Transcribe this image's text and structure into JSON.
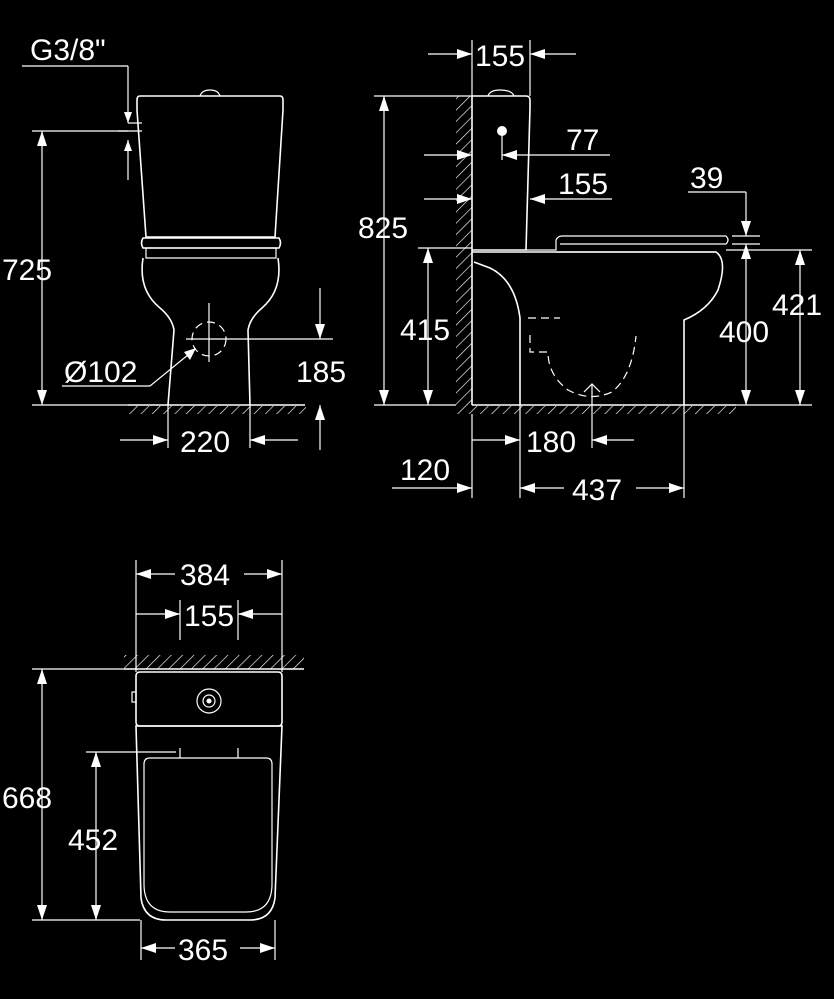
{
  "side_view": {
    "connection": "G3/8\"",
    "height_total": "725",
    "outlet_diameter": "Ø102",
    "outlet_height": "185",
    "outlet_width": "220"
  },
  "profile_view": {
    "tank_depth": "155",
    "inlet_offset": "77",
    "tank_lower": "155",
    "seat_thickness": "39",
    "height_total": "825",
    "seat_height": "415",
    "bowl_height": "400",
    "rim_height": "421",
    "outlet_distance": "180",
    "wall_offset": "120",
    "bowl_length": "437"
  },
  "top_view": {
    "total_width": "384",
    "tank_width": "155",
    "total_depth": "668",
    "seat_depth": "452",
    "seat_width": "365"
  }
}
